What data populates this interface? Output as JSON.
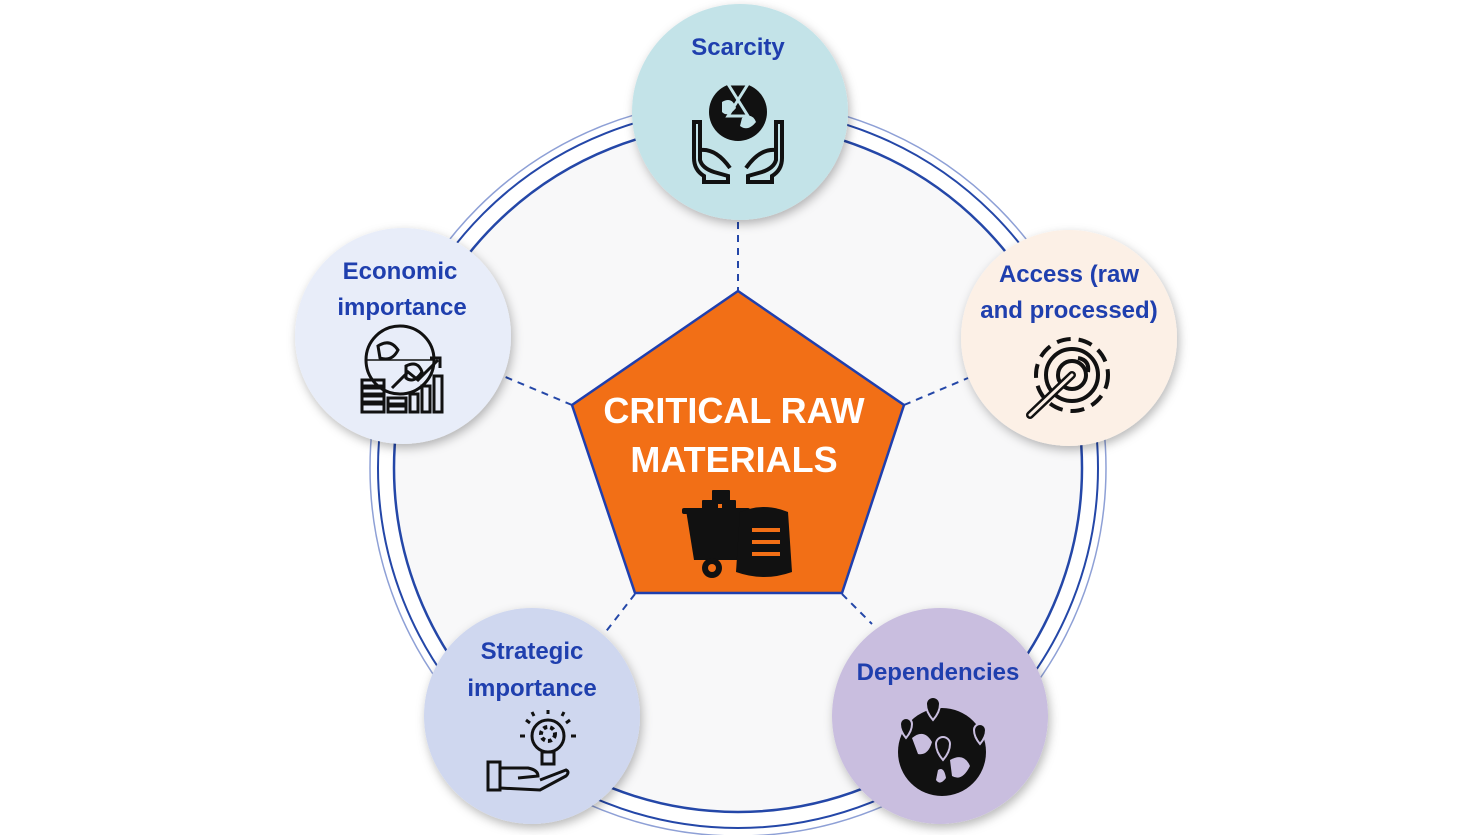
{
  "center": {
    "line1": "CRITICAL RAW",
    "line2": "MATERIALS",
    "icon": "raw-materials-cart-icon"
  },
  "nodes": {
    "scarcity": {
      "line1": "Scarcity",
      "icon": "earth-hourglass-hands-icon",
      "color": "#c3e3e8"
    },
    "access": {
      "line1": "Access (raw",
      "line2": "and processed)",
      "icon": "gear-pickaxe-icon",
      "color": "#fcf0e6"
    },
    "dependencies": {
      "line1": "Dependencies",
      "icon": "globe-location-pins-icon",
      "color": "#c9bedf"
    },
    "strategic": {
      "line1": "Strategic",
      "line2": "importance",
      "icon": "hand-lightbulb-gear-icon",
      "color": "#cfd7ef"
    },
    "economic": {
      "line1": "Economic",
      "line2": "importance",
      "icon": "globe-coins-growth-chart-icon",
      "color": "#e8edf9"
    }
  },
  "colors": {
    "pentagon": "#f26f16",
    "pentagon_edge": "#1f3fae",
    "ring": "#2447a8",
    "label": "#1f3fae"
  }
}
